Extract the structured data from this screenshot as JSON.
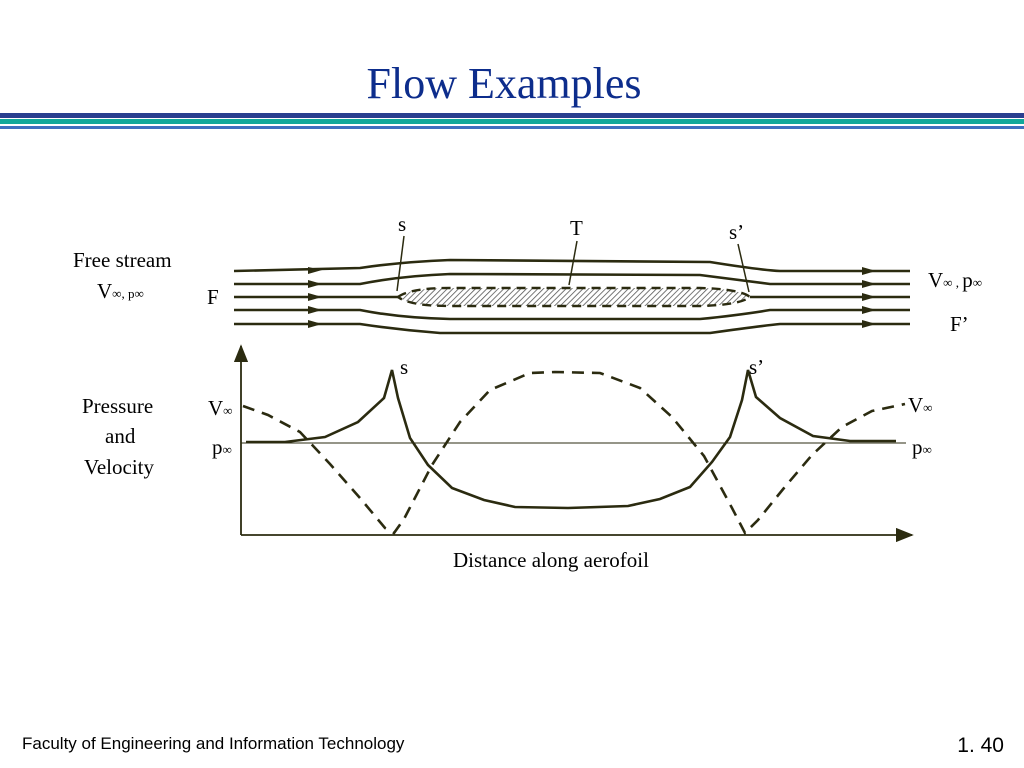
{
  "slide": {
    "title": "Flow Examples",
    "footer": "Faculty of Engineering and Information Technology",
    "page_number": "1. 40"
  },
  "colors": {
    "title": "#0d2d8c",
    "rule_teal": "#12a89a",
    "rule_navy": "#2a3f8f",
    "rule_blue": "#3f6fc0",
    "line": "#2b2b10"
  },
  "diagram": {
    "free_stream_line1": "Free stream",
    "free_stream_v": "V",
    "free_stream_sep": ", p",
    "infinity": "∞",
    "label_F": "F",
    "label_F_prime": "F’",
    "label_s": "s",
    "label_T": "T",
    "label_s_prime": "s’",
    "outlet_v": "V",
    "outlet_sep": ", p",
    "pressure_and_velocity": [
      "Pressure",
      "and",
      "Velocity"
    ],
    "v_inf_left": "V",
    "p_inf_left": "p",
    "v_inf_right": "V",
    "p_inf_right": "p",
    "x_axis_label": "Distance along aerofoil"
  }
}
